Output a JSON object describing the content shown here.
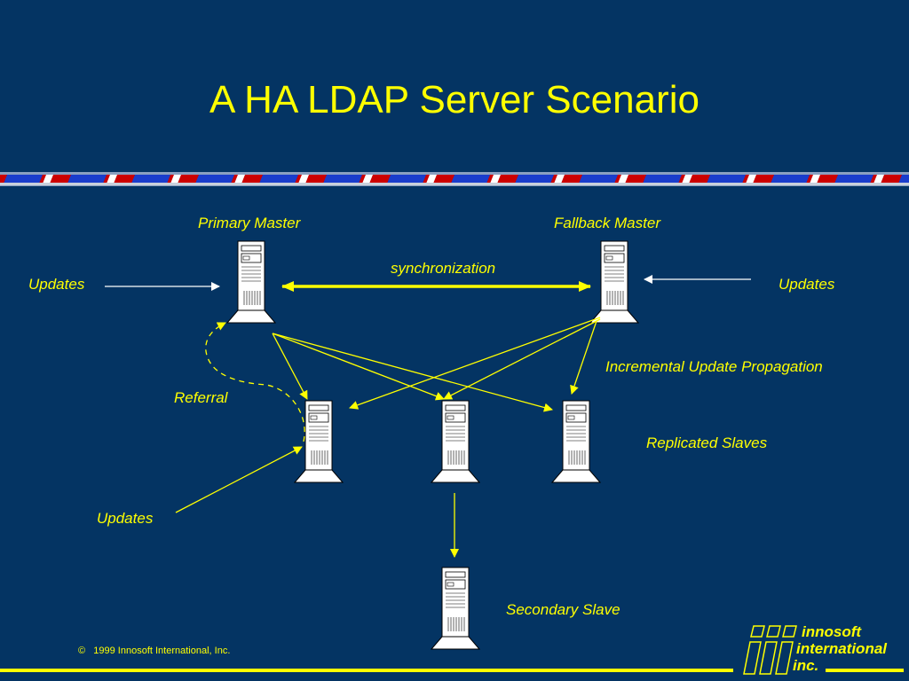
{
  "title": "A HA LDAP Server Scenario",
  "nodes": {
    "primary_master": "Primary Master",
    "fallback_master": "Fallback Master",
    "replicated_slaves": "Replicated Slaves",
    "secondary_slave": "Secondary Slave"
  },
  "labels": {
    "synchronization": "synchronization",
    "updates_left": "Updates",
    "updates_right": "Updates",
    "updates_bottom": "Updates",
    "referral": "Referral",
    "incremental": "Incremental Update Propagation"
  },
  "footer": {
    "copyright_symbol": "©",
    "copyright": "1999 Innosoft International, Inc.",
    "logo_line1": "innosoft",
    "logo_line2": "international",
    "logo_line3": "inc."
  },
  "colors": {
    "background": "#043463",
    "accent": "#ffff00",
    "stripe_red": "#cc0000",
    "stripe_blue": "#1a3dcc"
  }
}
